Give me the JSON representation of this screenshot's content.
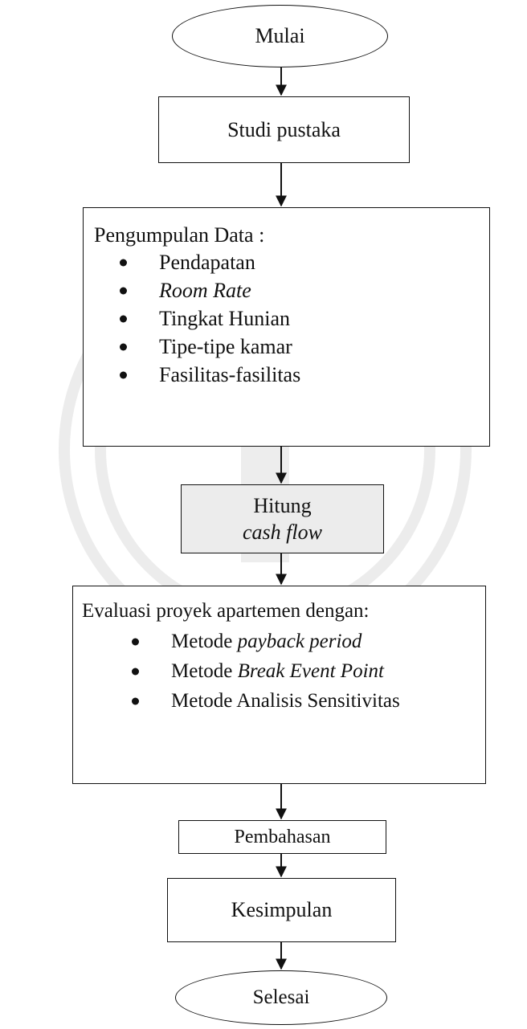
{
  "start": "Mulai",
  "study": "Studi pustaka",
  "data_collection": {
    "title": "Pengumpulan Data :",
    "items": [
      {
        "text": "Pendapatan",
        "italic": false
      },
      {
        "text": "Room Rate",
        "italic": true
      },
      {
        "text": "Tingkat Hunian",
        "italic": false
      },
      {
        "text": "Tipe-tipe kamar",
        "italic": false
      },
      {
        "text": "Fasilitas-fasilitas",
        "italic": false
      }
    ]
  },
  "calculate": {
    "line1": "Hitung",
    "line2": "cash flow"
  },
  "evaluation": {
    "title": "Evaluasi proyek apartemen dengan:",
    "items": [
      {
        "prefix": "Metode ",
        "emph": "payback period",
        "suffix": ""
      },
      {
        "prefix": "Metode ",
        "emph": "Break Event Point",
        "suffix": ""
      },
      {
        "prefix": "Metode Analisis Sensitivitas",
        "emph": "",
        "suffix": ""
      }
    ]
  },
  "discussion": "Pembahasan",
  "conclusion": "Kesimpulan",
  "end": "Selesai"
}
